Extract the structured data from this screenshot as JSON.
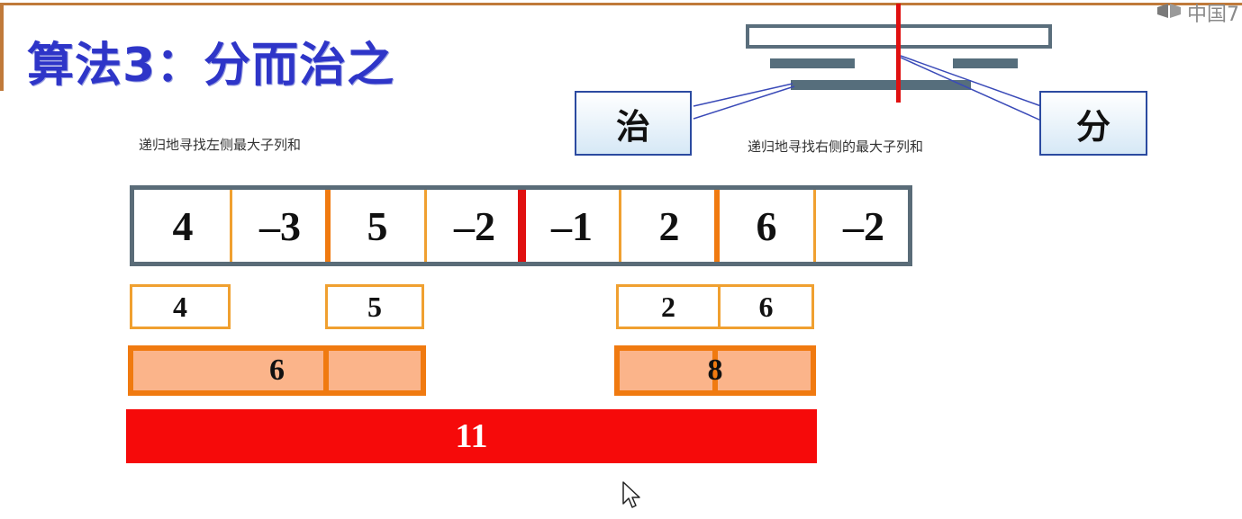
{
  "title": "算法3：分而治之",
  "watermark": "中国7",
  "captions": {
    "left": "递归地寻找左侧最大子列和",
    "right": "递归地寻找右侧的最大子列和"
  },
  "callouts": {
    "conquer": "治",
    "divide": "分"
  },
  "array": [
    "4",
    "–3",
    "5",
    "–2",
    "–1",
    "2",
    "6",
    "–2"
  ],
  "level1": {
    "box_a": "4",
    "box_b": "5",
    "box_c_left": "2",
    "box_c_right": "6"
  },
  "level2": {
    "left_sum": "6",
    "right_sum": "8"
  },
  "level3": {
    "total": "11"
  },
  "colors": {
    "title": "#2e35c8",
    "divider_red": "#e01010",
    "divider_orange": "#f07a10",
    "light_orange": "#f0a030",
    "fill_orange": "#fbb48a",
    "result_red": "#f60a0a",
    "frame_gray": "#5a6c78"
  }
}
